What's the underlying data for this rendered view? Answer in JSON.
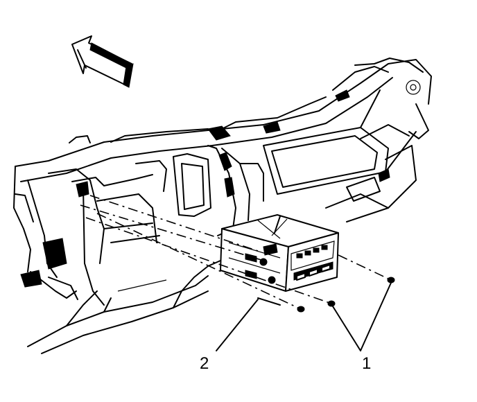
{
  "callouts": [
    {
      "id": "fasteners",
      "number": "1"
    },
    {
      "id": "radio-unit",
      "number": "2"
    }
  ],
  "icons": {
    "forward_arrow": "forward-direction-arrow"
  },
  "colors": {
    "line": "#000000",
    "background": "#ffffff"
  }
}
